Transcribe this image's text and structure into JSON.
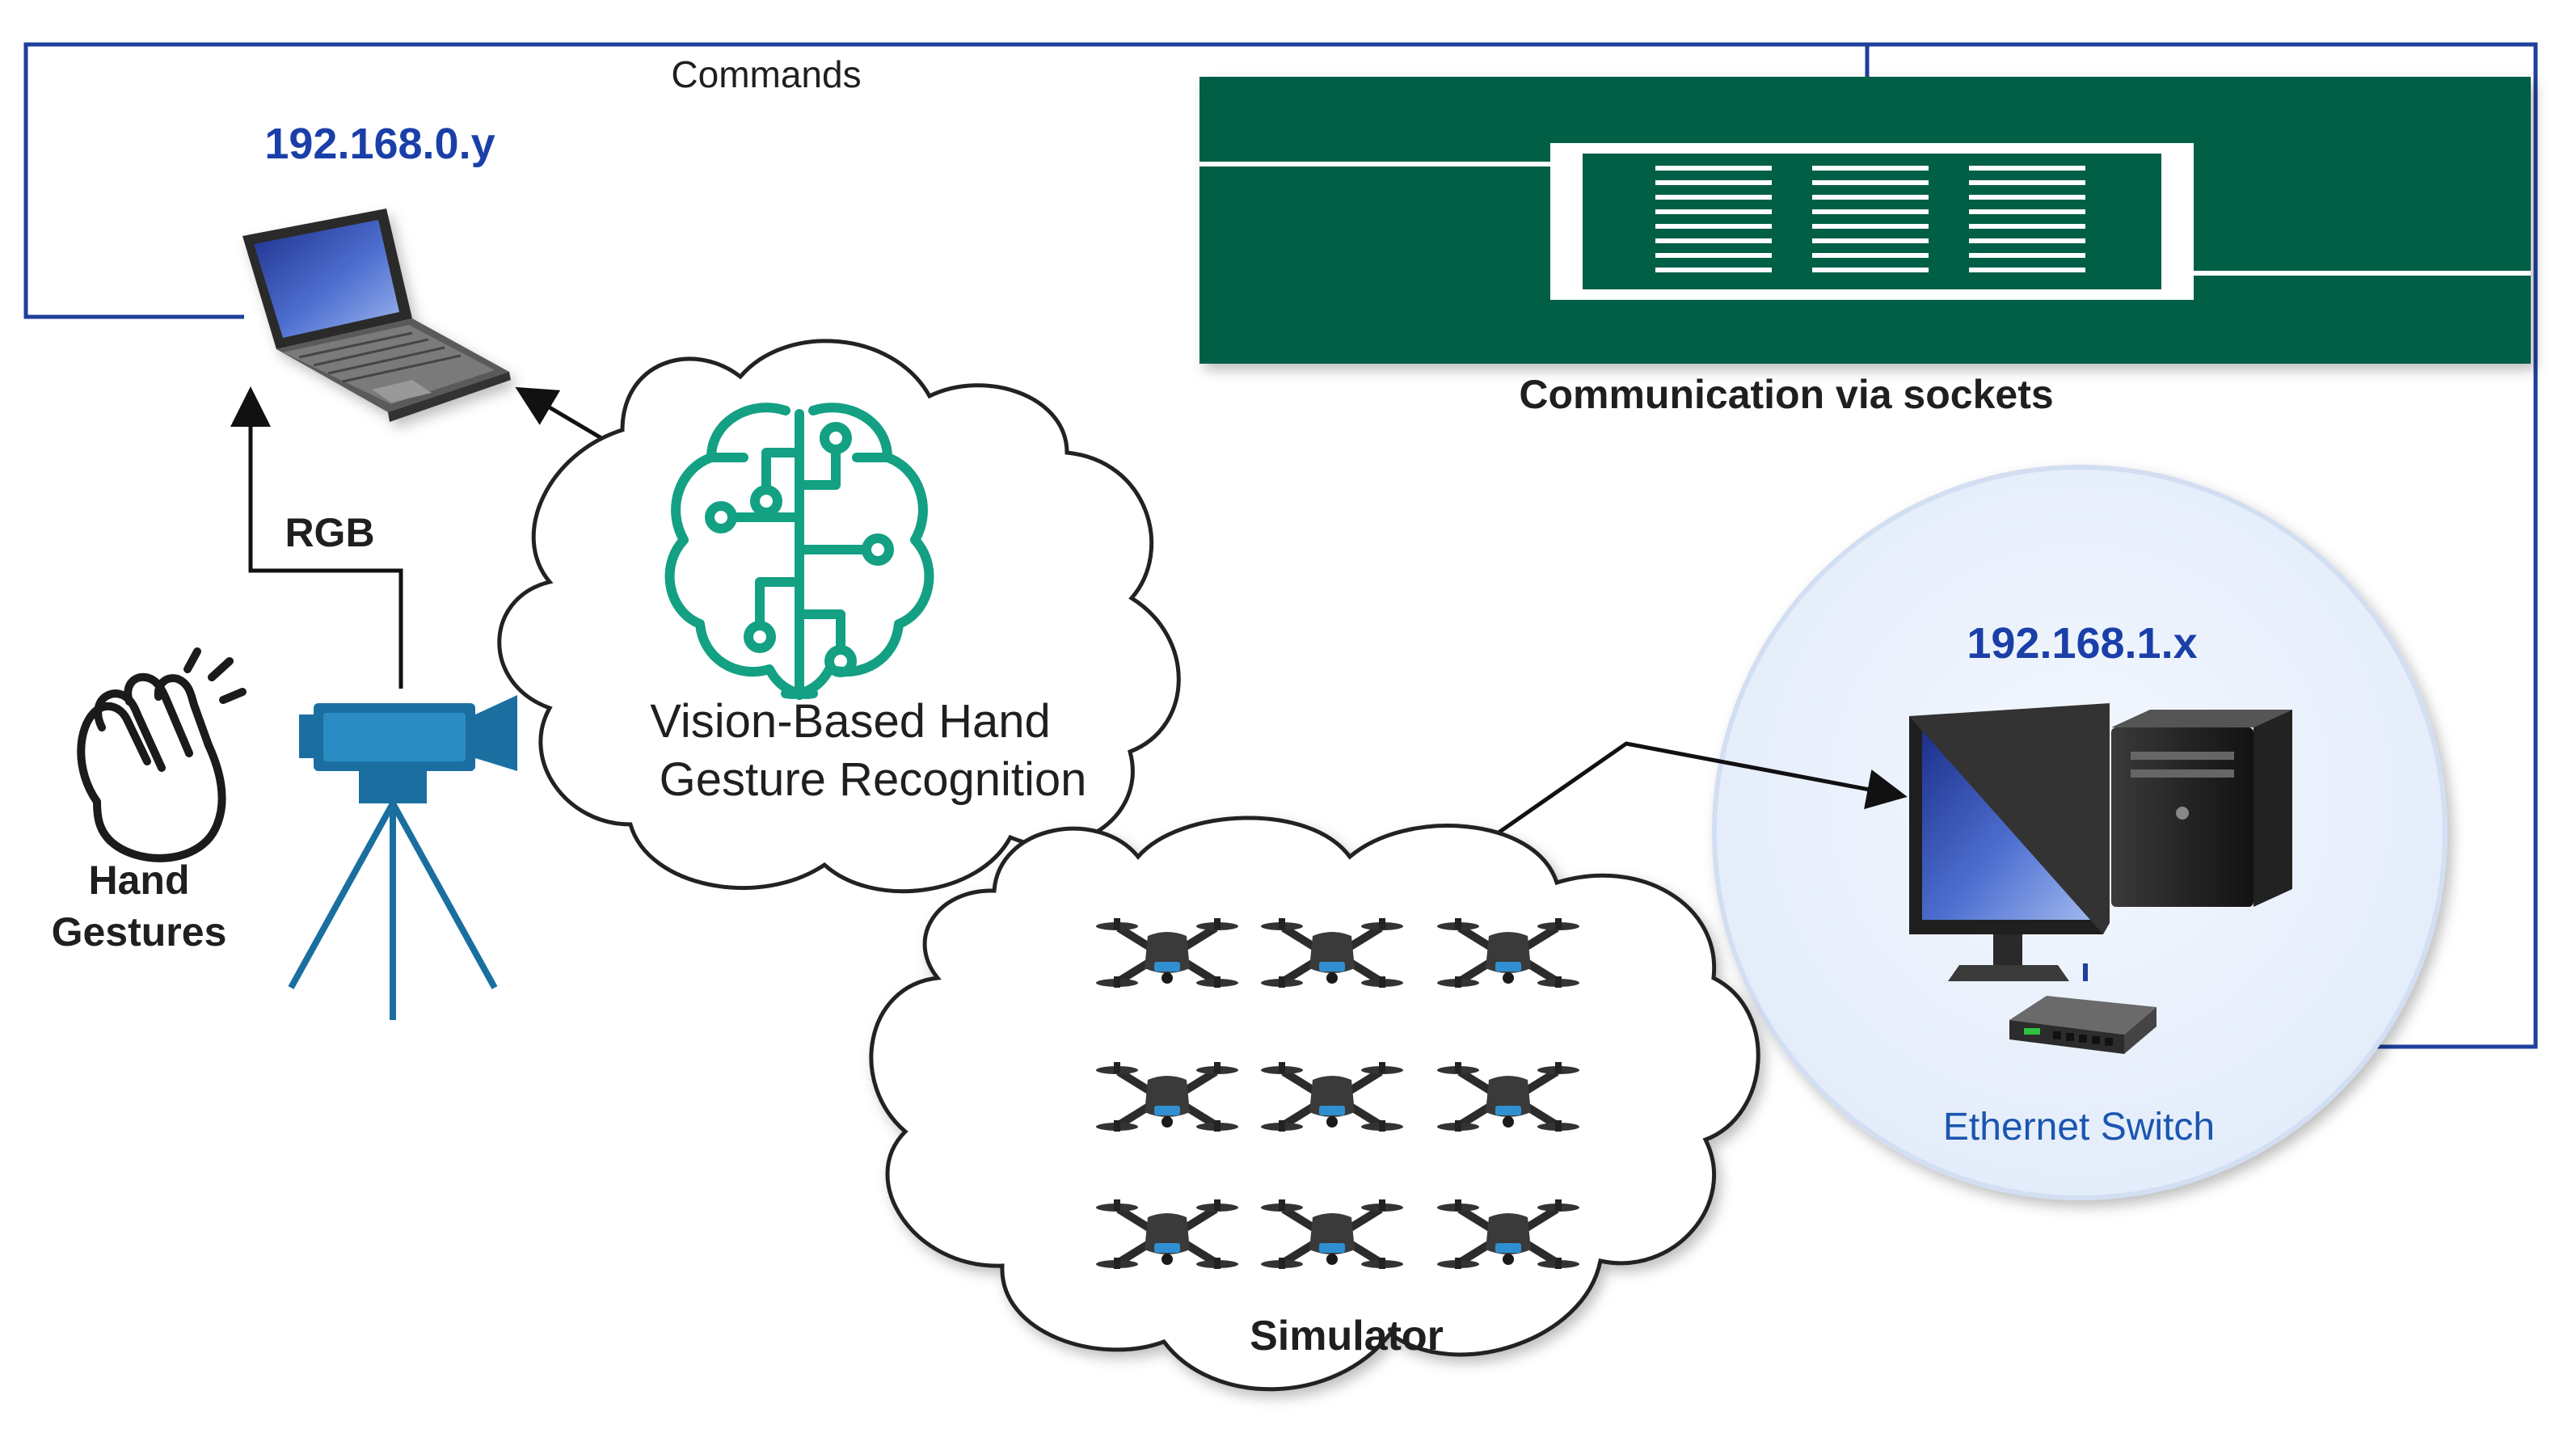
{
  "labels": {
    "commands": "Commands",
    "laptop_ip": "192.168.0.y",
    "rgb": "RGB",
    "hand_gestures_line1": "Hand",
    "hand_gestures_line2": "Gestures",
    "recognition_line1": "Vision-Based Hand",
    "recognition_line2": "Gesture Recognition",
    "communication": "Communication via sockets",
    "desktop_ip": "192.168.1.x",
    "ethernet_switch": "Ethernet Switch",
    "simulator": "Simulator"
  },
  "colors": {
    "socket_green": "#045f45",
    "link_blue": "#1e3f9b",
    "ip_blue": "#1a3fa8",
    "brain_teal": "#13a083",
    "camera_blue": "#1a6fa0",
    "desktop_circle": "#e9f1fc"
  },
  "icons": [
    "laptop-icon",
    "brain-circuit-icon",
    "camera-tripod-icon",
    "waving-hand-icon",
    "desktop-computer-icon",
    "ethernet-switch-icon",
    "drone-icon"
  ]
}
